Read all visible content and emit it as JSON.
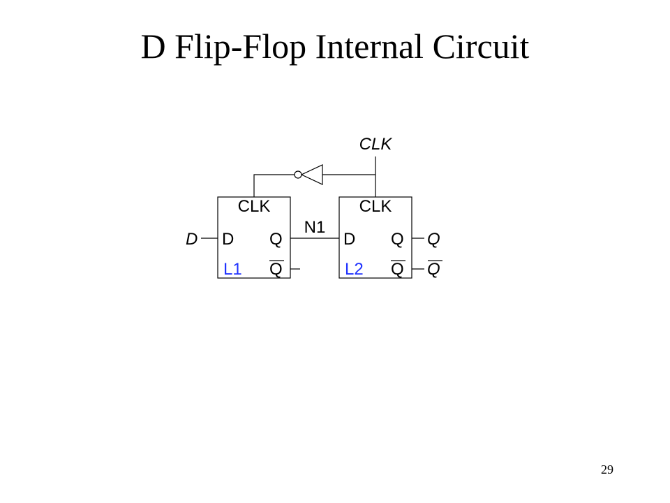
{
  "slide": {
    "title": "D Flip-Flop Internal Circuit",
    "page_number": "29"
  },
  "circuit": {
    "clk_input_label": "CLK",
    "d_input_label": "D",
    "q_output_label": "Q",
    "qbar_output_label": "Q",
    "node_label": "N1",
    "latch1": {
      "name": "L1",
      "clk_pin": "CLK",
      "d_pin": "D",
      "q_pin": "Q",
      "qbar_pin": "Q"
    },
    "latch2": {
      "name": "L2",
      "clk_pin": "CLK",
      "d_pin": "D",
      "q_pin": "Q",
      "qbar_pin": "Q"
    },
    "colors": {
      "latch_name": "#1f32ff",
      "wire": "#000000"
    }
  }
}
